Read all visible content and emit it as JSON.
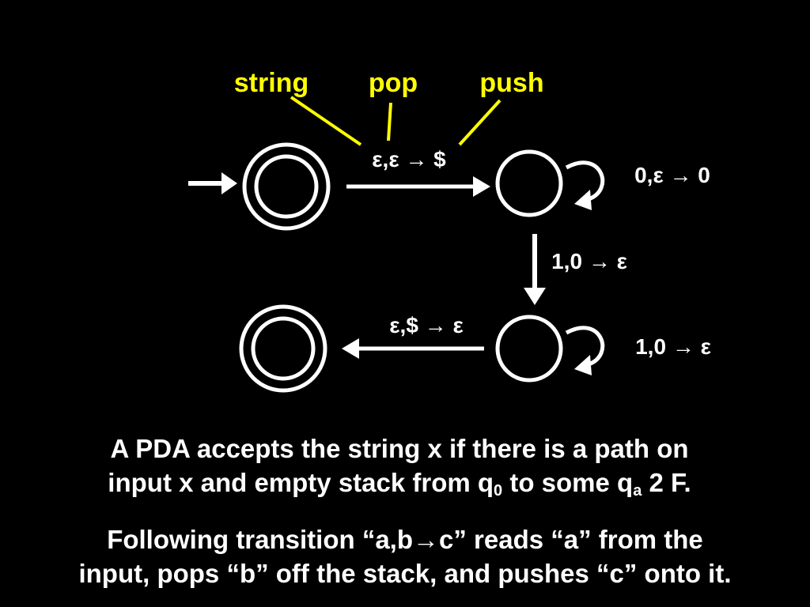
{
  "colors": {
    "background": "#000000",
    "foreground": "#ffffff",
    "annotation": "#ffff00"
  },
  "annotations": {
    "string": "string",
    "pop": "pop",
    "push": "push"
  },
  "transitions": {
    "start_to_s1": "ε,ε → $",
    "s1_loop": "0,ε → 0",
    "s1_to_s2": "1,0 → ε",
    "s2_loop": "1,0 → ε",
    "s2_to_accept": "ε,$ → ε"
  },
  "states": [
    {
      "id": "start",
      "accepting": true
    },
    {
      "id": "s1",
      "accepting": false
    },
    {
      "id": "s2",
      "accepting": false
    },
    {
      "id": "accept",
      "accepting": true
    }
  ],
  "paragraph1": {
    "line1": "A PDA accepts the string x if there is a path on",
    "line2_a": "input x and empty stack from q",
    "line2_sub1": "0",
    "line2_b": " to some q",
    "line2_sub2": "a",
    "line2_c": " 2 F."
  },
  "paragraph2": {
    "line1_a": "Following transition “a,b",
    "line1_arrow": "→",
    "line1_b": "c” reads “a” from the",
    "line2": "input, pops “b” off the stack, and pushes “c” onto it."
  }
}
